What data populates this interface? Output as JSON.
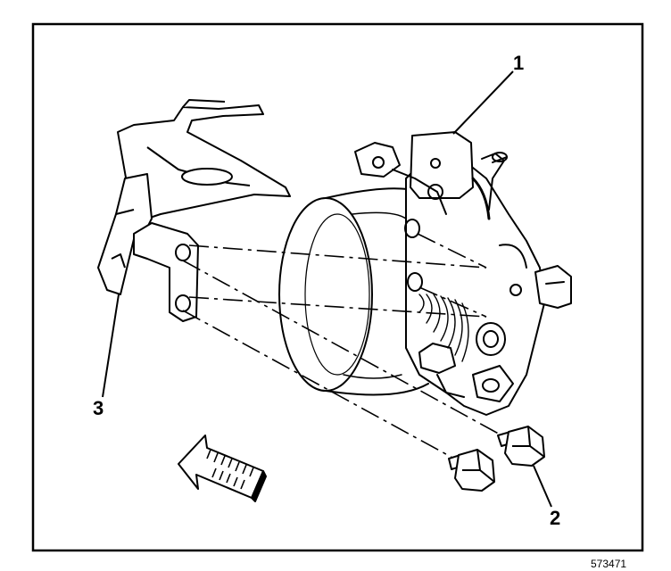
{
  "callouts": [
    {
      "id": "1",
      "label": "1"
    },
    {
      "id": "2",
      "label": "2"
    },
    {
      "id": "3",
      "label": "3"
    }
  ],
  "figure_id": "573471",
  "icons": [
    "direction-arrow-icon"
  ],
  "colors": {
    "ink": "#000000",
    "paper": "#ffffff"
  }
}
